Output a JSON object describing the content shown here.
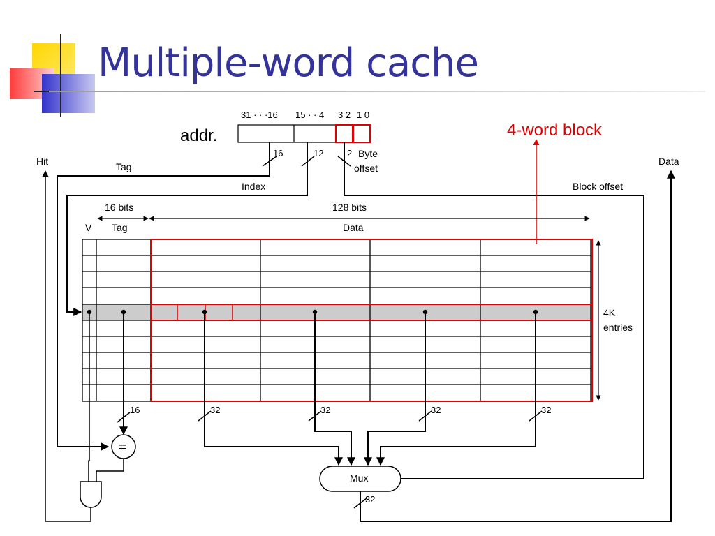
{
  "slide": {
    "title": "Multiple-word cache"
  },
  "address": {
    "label": "addr.",
    "bit_positions": {
      "tag_range": "31 · · ·16",
      "index_range": "15 · · 4",
      "block_bits": "3 2",
      "byte_bits": "1 0"
    },
    "tag_width": "16",
    "index_width": "12",
    "offset_width": "2"
  },
  "labels": {
    "hit": "Hit",
    "data_out": "Data",
    "tag_wire": "Tag",
    "index": "Index",
    "byte_offset_line1": "Byte",
    "byte_offset_line2": "offset",
    "block_offset": "Block offset",
    "tag_bits": "16 bits",
    "data_bits": "128 bits",
    "v_column": "V",
    "tag_column": "Tag",
    "data_column": "Data",
    "entries_line1": "4K",
    "entries_line2": "entries",
    "tag_bus_width": "16",
    "word_bus_widths": [
      "32",
      "32",
      "32",
      "32"
    ],
    "comparator": "=",
    "mux": "Mux",
    "mux_out_width": "32"
  },
  "annotation": {
    "text": "4-word block",
    "color": "#e00000"
  },
  "colors": {
    "title": "#333399",
    "highlight_row": "#cccccc",
    "block_outline": "#e00000",
    "deco_yellow": "#ffcc00",
    "deco_red": "#ff3333",
    "deco_blue": "#3333cc"
  }
}
